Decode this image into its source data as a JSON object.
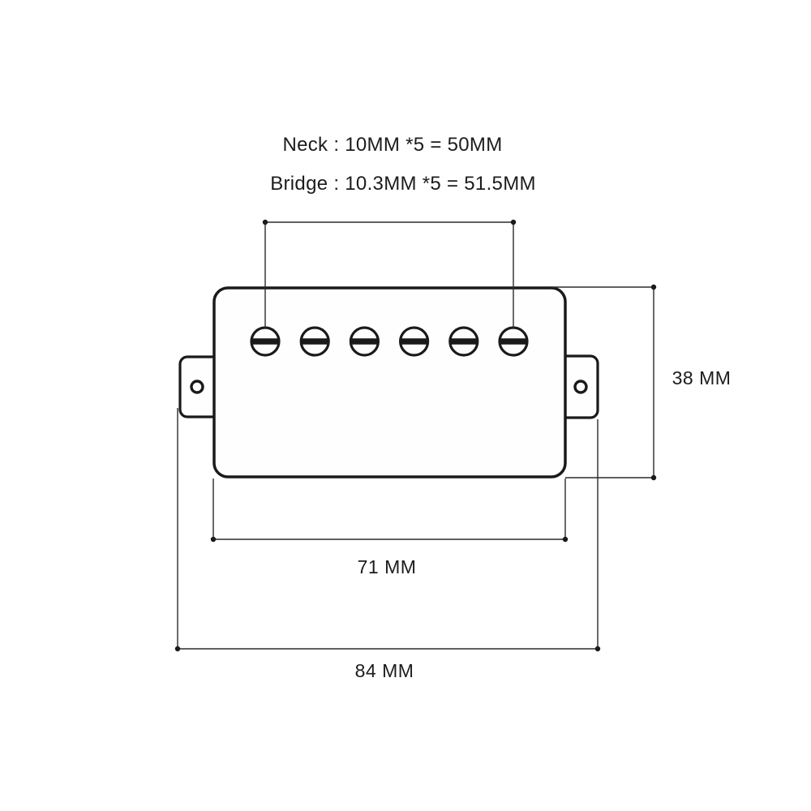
{
  "header": {
    "neck_spec": "Neck : 10MM *5 = 50MM",
    "bridge_spec": "Bridge : 10.3MM *5 = 51.5MM"
  },
  "dimensions": {
    "pickup_height": "38 MM",
    "body_width": "71 MM",
    "overall_width": "84 MM"
  },
  "diagram": {
    "subject": "humbucker-pickup-dimensions",
    "pole_piece_count": 6,
    "mounting_ear_count": 2,
    "colors": {
      "thick_line": "#1a1a1a",
      "thin_line": "#2b2b2b",
      "fill": "#fefefe",
      "background": "#ffffff",
      "text": "#1c1c1c"
    }
  }
}
